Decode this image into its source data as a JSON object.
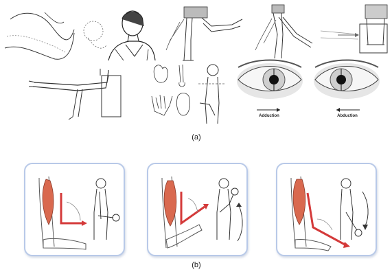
{
  "captions": {
    "a": "(a)",
    "b": "(b)"
  },
  "eyes": {
    "left_label": "Adduction",
    "right_label": "Abduction"
  },
  "colors": {
    "muscle": "#d9694f",
    "arrow": "#d43a3a",
    "panel_border": "#b8c9e8",
    "line": "#333333"
  }
}
